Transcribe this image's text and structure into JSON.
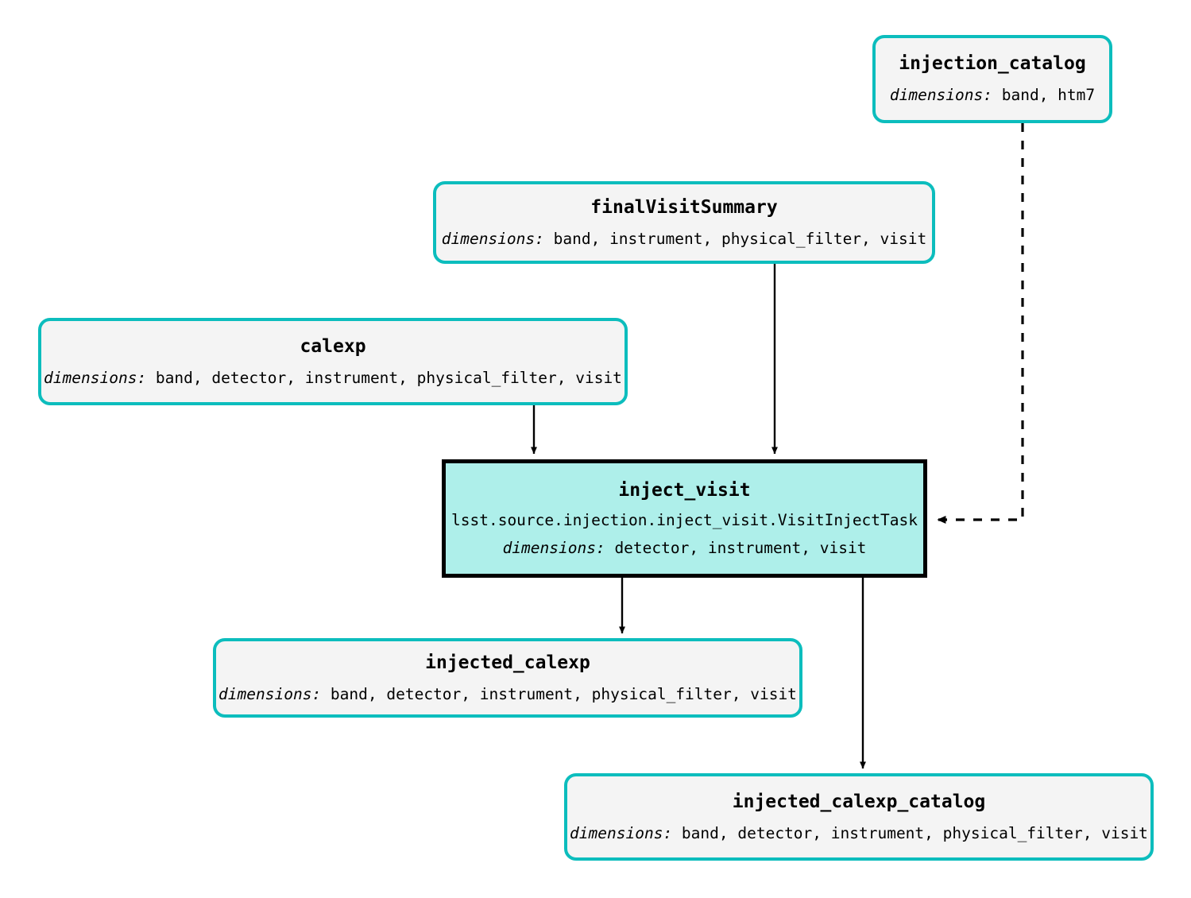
{
  "diagram": {
    "type": "pipeline-dag",
    "colors": {
      "dataset_border": "#0cbdbd",
      "dataset_fill": "#f4f4f4",
      "task_border": "#000000",
      "task_fill": "#aeefea",
      "edge": "#000000",
      "background": "#ffffff"
    },
    "dimensions_label": "dimensions:"
  },
  "nodes": {
    "injection_catalog": {
      "title": "injection_catalog",
      "dims_label": "dimensions:",
      "dims_value": " band, htm7",
      "kind": "dataset"
    },
    "finalVisitSummary": {
      "title": "finalVisitSummary",
      "dims_label": "dimensions:",
      "dims_value": " band, instrument, physical_filter, visit",
      "kind": "dataset"
    },
    "calexp": {
      "title": "calexp",
      "dims_label": "dimensions:",
      "dims_value": " band, detector, instrument, physical_filter, visit",
      "kind": "dataset"
    },
    "inject_visit": {
      "title": "inject_visit",
      "class_path": "lsst.source.injection.inject_visit.VisitInjectTask",
      "dims_label": "dimensions:",
      "dims_value": " detector, instrument, visit",
      "kind": "task"
    },
    "injected_calexp": {
      "title": "injected_calexp",
      "dims_label": "dimensions:",
      "dims_value": " band, detector, instrument, physical_filter, visit",
      "kind": "dataset"
    },
    "injected_calexp_catalog": {
      "title": "injected_calexp_catalog",
      "dims_label": "dimensions:",
      "dims_value": " band, detector, instrument, physical_filter, visit",
      "kind": "dataset"
    }
  },
  "edges": [
    {
      "name": "edge-injection_catalog-to-inject_visit",
      "from": "injection_catalog",
      "to": "inject_visit",
      "style": "dashed"
    },
    {
      "name": "edge-finalVisitSummary-to-inject_visit",
      "from": "finalVisitSummary",
      "to": "inject_visit",
      "style": "solid"
    },
    {
      "name": "edge-calexp-to-inject_visit",
      "from": "calexp",
      "to": "inject_visit",
      "style": "solid"
    },
    {
      "name": "edge-inject_visit-to-injected_calexp",
      "from": "inject_visit",
      "to": "injected_calexp",
      "style": "solid"
    },
    {
      "name": "edge-inject_visit-to-injected_calexp_catalog",
      "from": "inject_visit",
      "to": "injected_calexp_catalog",
      "style": "solid"
    }
  ]
}
